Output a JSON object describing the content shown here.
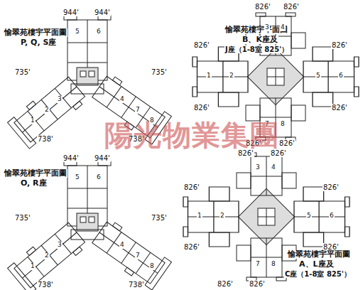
{
  "diagram": {
    "labels": [
      "愉翠苑樓宇平面圖",
      "P, Q, S座",
      "944'",
      "944'",
      "735'",
      "735'",
      "738'",
      "738'",
      "5",
      "6",
      "3",
      "4",
      "1",
      "2",
      "7",
      "8",
      "愉翠苑樓宇平面圖",
      "O, R座",
      "944'",
      "944'",
      "735'",
      "735'",
      "738'",
      "738'",
      "5",
      "6",
      "3",
      "4",
      "1",
      "2",
      "7",
      "8",
      "愉翠苑樓宇平面圖",
      "B、K座及",
      "J座（1-8室 825'）",
      "826'",
      "826'",
      "826'",
      "826'",
      "826'",
      "826'",
      "826'",
      "826'",
      "1",
      "2",
      "3",
      "4",
      "5",
      "6",
      "7",
      "8",
      "826'",
      "826'",
      "826'",
      "826'",
      "826'",
      "826'",
      "826'",
      "826'",
      "1",
      "2",
      "3",
      "4",
      "5",
      "6",
      "7",
      "8",
      "愉翠苑樓宇平面圖",
      "A、L座及",
      "C座（1-8室 825'）",
      "陽光物業集團"
    ]
  }
}
